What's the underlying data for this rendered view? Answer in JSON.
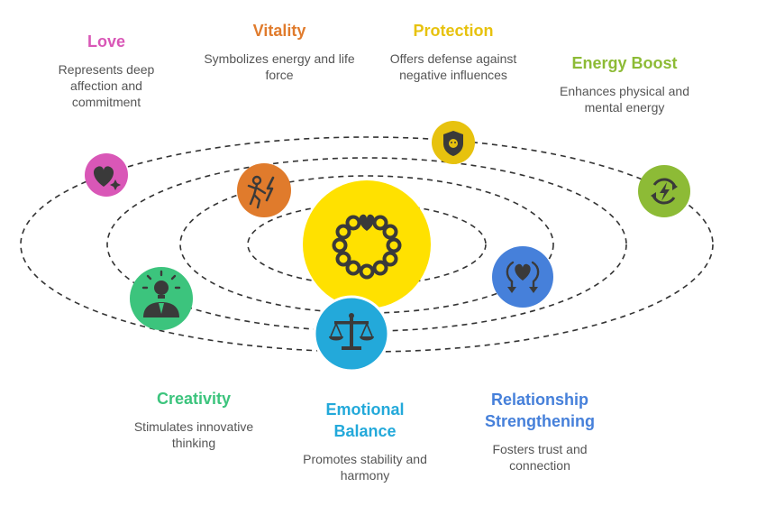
{
  "center": {
    "icon": "heart-wreath-icon",
    "color": "#FFE100"
  },
  "items": [
    {
      "id": "love",
      "title": "Love",
      "description": "Represents deep affection and commitment",
      "color": "#D957B7",
      "icon": "heart-sparkle-icon"
    },
    {
      "id": "vitality",
      "title": "Vitality",
      "description": "Symbolizes energy and life force",
      "color": "#E07B2C",
      "icon": "lightning-figure-icon"
    },
    {
      "id": "protection",
      "title": "Protection",
      "description": "Offers defense against negative influences",
      "color": "#E7C20E",
      "icon": "shield-icon"
    },
    {
      "id": "energy-boost",
      "title": "Energy Boost",
      "description": "Enhances physical and mental energy",
      "color": "#8DBB36",
      "icon": "lightning-refresh-icon"
    },
    {
      "id": "creativity",
      "title": "Creativity",
      "description": "Stimulates innovative thinking",
      "color": "#3CC47D",
      "icon": "lightbulb-person-icon"
    },
    {
      "id": "emotional-balance",
      "title": "Emotional Balance",
      "description": "Promotes stability and harmony",
      "color": "#23A9DA",
      "icon": "balance-scale-icon"
    },
    {
      "id": "relationship",
      "title": "Relationship Strengthening",
      "description": "Fosters trust and connection",
      "color": "#4680DA",
      "icon": "heart-arrows-icon"
    }
  ]
}
